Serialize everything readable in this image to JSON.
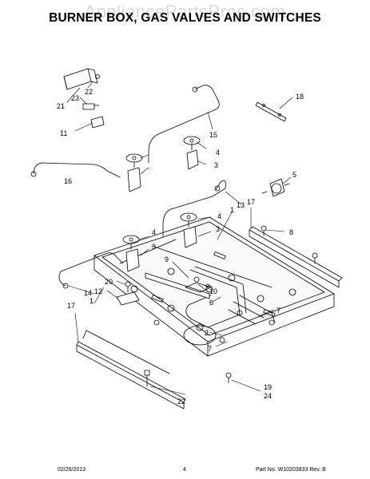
{
  "watermark": "AppliancePartsPros.com",
  "title": "BURNER BOX, GAS VALVES AND SWITCHES",
  "footer": {
    "date": "02/26/2013",
    "page": "4",
    "part": "Part No.  W10203833  Rev.  B"
  },
  "callouts": [
    "22",
    "21",
    "23",
    "11",
    "18",
    "15",
    "4",
    "3",
    "16",
    "5",
    "13",
    "4",
    "3",
    "17",
    "1",
    "8",
    "4",
    "3",
    "9",
    "10",
    "20",
    "12",
    "14",
    "6",
    "1",
    "17",
    "7",
    "2",
    "7",
    "19",
    "24",
    "22"
  ]
}
